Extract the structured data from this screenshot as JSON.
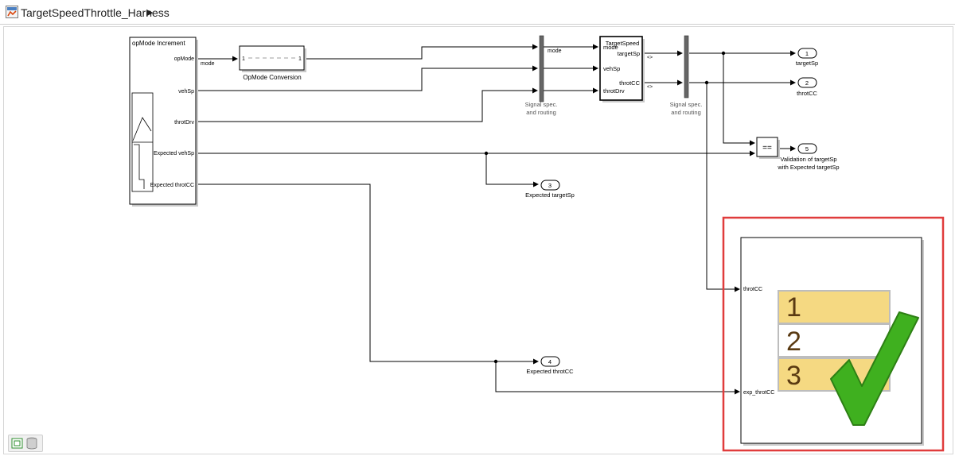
{
  "breadcrumb": {
    "model_name": "TargetSpeedThrottle_Harness"
  },
  "blocks": {
    "input_block": {
      "title": "opMode Increment",
      "ports": [
        "opMode",
        "vehSp",
        "throtDrv",
        "Expected vehSp",
        "Expected throtCC"
      ]
    },
    "conversion": {
      "label": "OpMode Conversion",
      "in_port": "1",
      "out_port": "1"
    },
    "mode_signal": "mode",
    "mux1": {
      "label_line1": "Signal spec.",
      "label_line2": "and routing",
      "in_label": "mode"
    },
    "subsystem": {
      "name": "TargetSpeed",
      "in_ports": [
        "mode",
        "vehSp",
        "throtDrv"
      ],
      "out_ports": [
        "targetSp",
        "throtCC"
      ],
      "out_marks": [
        "<>",
        "<>"
      ]
    },
    "mux2": {
      "label_line1": "Signal spec.",
      "label_line2": "and routing"
    },
    "compare": {
      "symbol": "=="
    },
    "outports": [
      {
        "num": "1",
        "label": "targetSp"
      },
      {
        "num": "2",
        "label": "throtCC"
      },
      {
        "num": "3",
        "label": "Expected targetSp"
      },
      {
        "num": "4",
        "label": "Expected throtCC"
      },
      {
        "num": "5",
        "label_line1": "Validation of targetSp",
        "label_line2": "with Expected targetSp"
      }
    ],
    "test_assessment": {
      "in_ports": [
        "throtCC",
        "exp_throtCC"
      ],
      "rows": [
        "1",
        "2",
        "3"
      ]
    }
  },
  "colors": {
    "highlight": "#e03c3c",
    "check_green": "#3fb01f",
    "row_yellow": "#f5d982",
    "row_number": "#5a3a12"
  },
  "icons": [
    "model-icon",
    "breadcrumb-arrow-icon",
    "checkmark-icon",
    "fit-view-icon",
    "data-store-icon"
  ]
}
